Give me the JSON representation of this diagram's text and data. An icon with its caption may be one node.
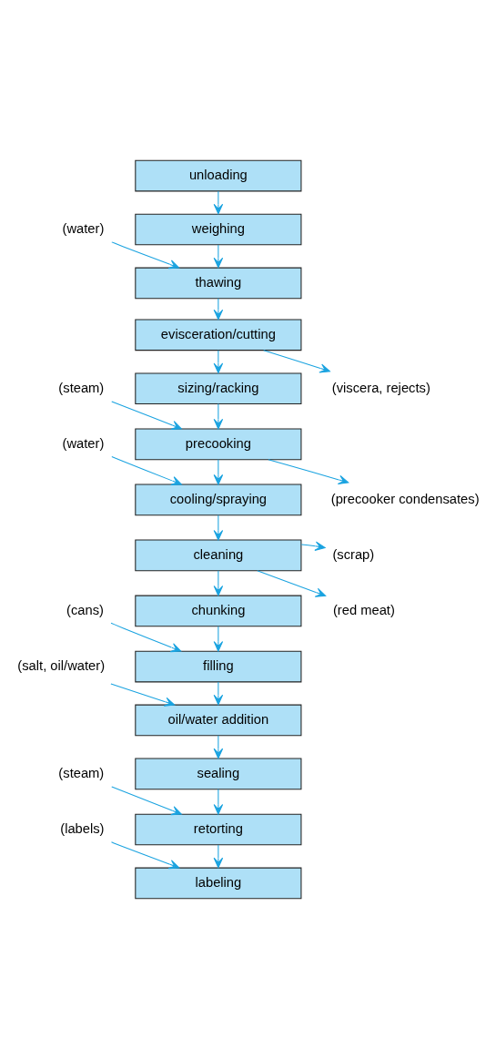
{
  "diagram": {
    "nodes": [
      {
        "text": [
          "unloading"
        ]
      },
      {
        "text": [
          "weighing"
        ]
      },
      {
        "text": [
          "(water)"
        ]
      },
      {
        "text": [
          "thawing"
        ]
      },
      {
        "text": [
          "evisceration/cutting"
        ]
      },
      {
        "text": [
          "(viscera, rejects)"
        ]
      },
      {
        "text": [
          "sizing/racking"
        ]
      },
      {
        "text": [
          "(steam)"
        ]
      },
      {
        "text": [
          "precooking"
        ]
      },
      {
        "text": [
          "(precooker condensates)"
        ]
      },
      {
        "text": [
          "(water)"
        ]
      },
      {
        "text": [
          "cooling/spraying"
        ]
      },
      {
        "text": [
          "cleaning"
        ]
      },
      {
        "text": [
          "(scrap)"
        ]
      },
      {
        "text": [
          "(red meat)"
        ]
      },
      {
        "text": [
          "chunking"
        ]
      },
      {
        "text": [
          "(cans)"
        ]
      },
      {
        "text": [
          "filling"
        ]
      },
      {
        "text": [
          "(salt, oil/water)"
        ]
      },
      {
        "text": [
          "oil/water addition"
        ]
      },
      {
        "text": [
          "sealing"
        ]
      },
      {
        "text": [
          "(steam)"
        ]
      },
      {
        "text": [
          "retorting"
        ]
      },
      {
        "text": [
          "(labels)"
        ]
      },
      {
        "text": [
          "labeling"
        ]
      }
    ],
    "edges": [
      {
        "from": 0,
        "to": 1,
        "arrow": "to"
      },
      {
        "from": 1,
        "to": 3,
        "arrow": "to"
      },
      {
        "from": 2,
        "to": 3,
        "arrow": "to"
      },
      {
        "from": 3,
        "to": 4,
        "arrow": "to"
      },
      {
        "from": 4,
        "to": 5,
        "arrow": "to"
      },
      {
        "from": 4,
        "to": 6,
        "arrow": "to"
      },
      {
        "from": 6,
        "to": 8,
        "arrow": "to"
      },
      {
        "from": 7,
        "to": 8,
        "arrow": "to"
      },
      {
        "from": 8,
        "to": 9,
        "arrow": "to"
      },
      {
        "from": 8,
        "to": 11,
        "arrow": "to"
      },
      {
        "from": 10,
        "to": 11,
        "arrow": "to"
      },
      {
        "from": 11,
        "to": 12,
        "arrow": "to"
      },
      {
        "from": 12,
        "to": 13,
        "arrow": "to"
      },
      {
        "from": 12,
        "to": 14,
        "arrow": "to"
      },
      {
        "from": 12,
        "to": 15,
        "arrow": "to"
      },
      {
        "from": 15,
        "to": 17,
        "arrow": "to"
      },
      {
        "from": 16,
        "to": 17,
        "arrow": "to"
      },
      {
        "from": 17,
        "to": 19,
        "arrow": "to"
      },
      {
        "from": 18,
        "to": 19,
        "arrow": "to"
      },
      {
        "from": 19,
        "to": 20,
        "arrow": "to"
      },
      {
        "from": 20,
        "to": 22,
        "arrow": "to"
      },
      {
        "from": 21,
        "to": 22,
        "arrow": "to"
      },
      {
        "from": 22,
        "to": 24,
        "arrow": "to"
      },
      {
        "from": 23,
        "to": 24,
        "arrow": "to"
      }
    ]
  }
}
